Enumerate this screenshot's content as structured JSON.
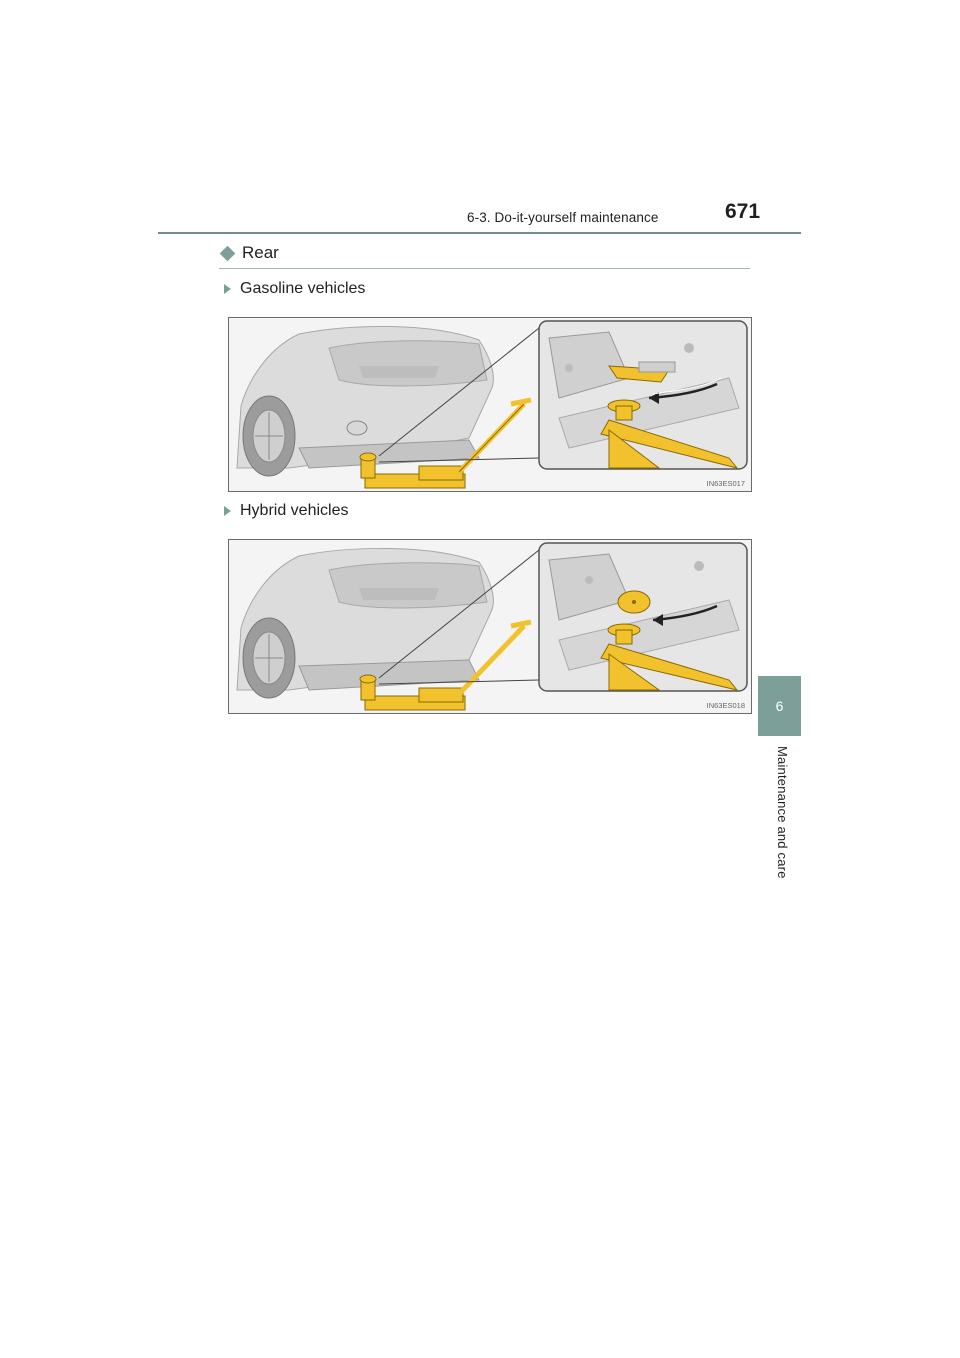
{
  "header": {
    "section_title": "6-3. Do-it-yourself maintenance",
    "page_number": "671"
  },
  "side_tab": {
    "chapter_number": "6",
    "chapter_title": "Maintenance and care"
  },
  "section": {
    "heading": "Rear",
    "items": [
      {
        "label": "Gasoline vehicles",
        "figure_code": "IN63ES017"
      },
      {
        "label": "Hybrid vehicles",
        "figure_code": "IN63ES018"
      }
    ]
  },
  "colors": {
    "accent": "#7d9f99",
    "jack_yellow": "#f2c12e"
  }
}
